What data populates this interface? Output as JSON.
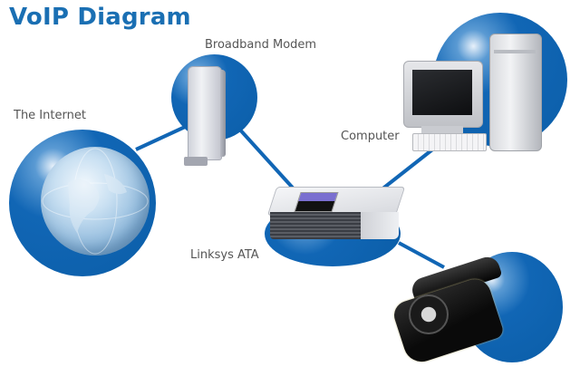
{
  "title": "VoIP Diagram",
  "colors": {
    "title": "#1a6fb3",
    "circle": "#0b5ea8",
    "connector": "#1166b5",
    "label": "#555555"
  },
  "nodes": [
    {
      "id": "internet",
      "label": "The Internet",
      "icon": "globe-icon"
    },
    {
      "id": "modem",
      "label": "Broadband Modem",
      "icon": "modem-icon"
    },
    {
      "id": "ata",
      "label": "Linksys ATA",
      "icon": "router-icon"
    },
    {
      "id": "computer",
      "label": "Computer",
      "icon": "computer-icon"
    },
    {
      "id": "phone",
      "label": "",
      "icon": "telephone-icon"
    }
  ],
  "connections": [
    {
      "from": "internet",
      "to": "modem"
    },
    {
      "from": "modem",
      "to": "ata"
    },
    {
      "from": "ata",
      "to": "computer"
    },
    {
      "from": "ata",
      "to": "phone"
    }
  ]
}
